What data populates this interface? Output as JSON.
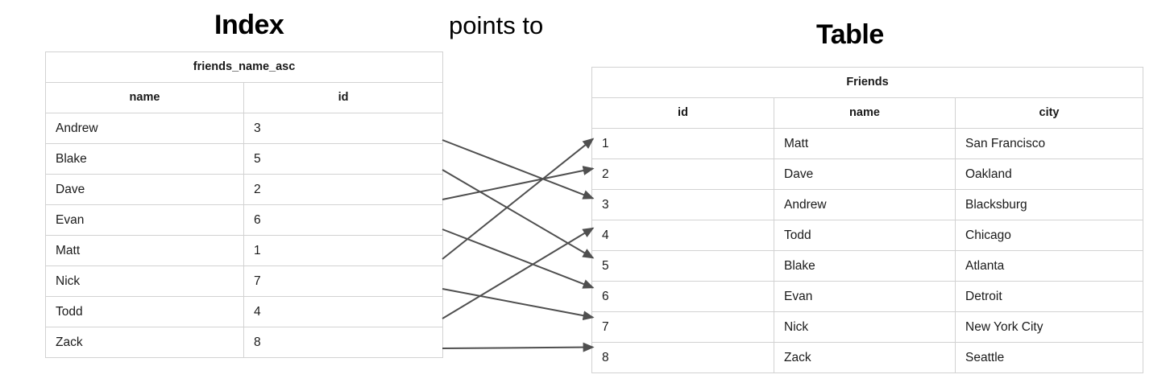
{
  "index_panel": {
    "title": "Index",
    "table_name": "friends_name_asc",
    "columns": [
      "name",
      "id"
    ],
    "rows": [
      {
        "name": "Andrew",
        "id": "3"
      },
      {
        "name": "Blake",
        "id": "5"
      },
      {
        "name": "Dave",
        "id": "2"
      },
      {
        "name": "Evan",
        "id": "6"
      },
      {
        "name": "Matt",
        "id": "1"
      },
      {
        "name": "Nick",
        "id": "7"
      },
      {
        "name": "Todd",
        "id": "4"
      },
      {
        "name": "Zack",
        "id": "8"
      }
    ]
  },
  "relation_caption": "points to",
  "table_panel": {
    "title": "Table",
    "table_name": "Friends",
    "columns": [
      "id",
      "name",
      "city"
    ],
    "rows": [
      {
        "id": "1",
        "name": "Matt",
        "city": "San Francisco"
      },
      {
        "id": "2",
        "name": "Dave",
        "city": "Oakland"
      },
      {
        "id": "3",
        "name": "Andrew",
        "city": "Blacksburg"
      },
      {
        "id": "4",
        "name": "Todd",
        "city": "Chicago"
      },
      {
        "id": "5",
        "name": "Blake",
        "city": "Atlanta"
      },
      {
        "id": "6",
        "name": "Evan",
        "city": "Detroit"
      },
      {
        "id": "7",
        "name": "Nick",
        "city": "New York City"
      },
      {
        "id": "8",
        "name": "Zack",
        "city": "Seattle"
      }
    ]
  },
  "connections": [
    {
      "from_index_row": 0,
      "from_name": "Andrew",
      "to_table_id": "3"
    },
    {
      "from_index_row": 1,
      "from_name": "Blake",
      "to_table_id": "5"
    },
    {
      "from_index_row": 2,
      "from_name": "Dave",
      "to_table_id": "2"
    },
    {
      "from_index_row": 3,
      "from_name": "Evan",
      "to_table_id": "6"
    },
    {
      "from_index_row": 4,
      "from_name": "Matt",
      "to_table_id": "1"
    },
    {
      "from_index_row": 5,
      "from_name": "Nick",
      "to_table_id": "7"
    },
    {
      "from_index_row": 6,
      "from_name": "Todd",
      "to_table_id": "4"
    },
    {
      "from_index_row": 7,
      "from_name": "Zack",
      "to_table_id": "8"
    }
  ],
  "style": {
    "arrow_color": "#4f4f4f",
    "border_color": "#d2d2d2",
    "text_color": "#1a1a1a",
    "background": "#ffffff"
  }
}
